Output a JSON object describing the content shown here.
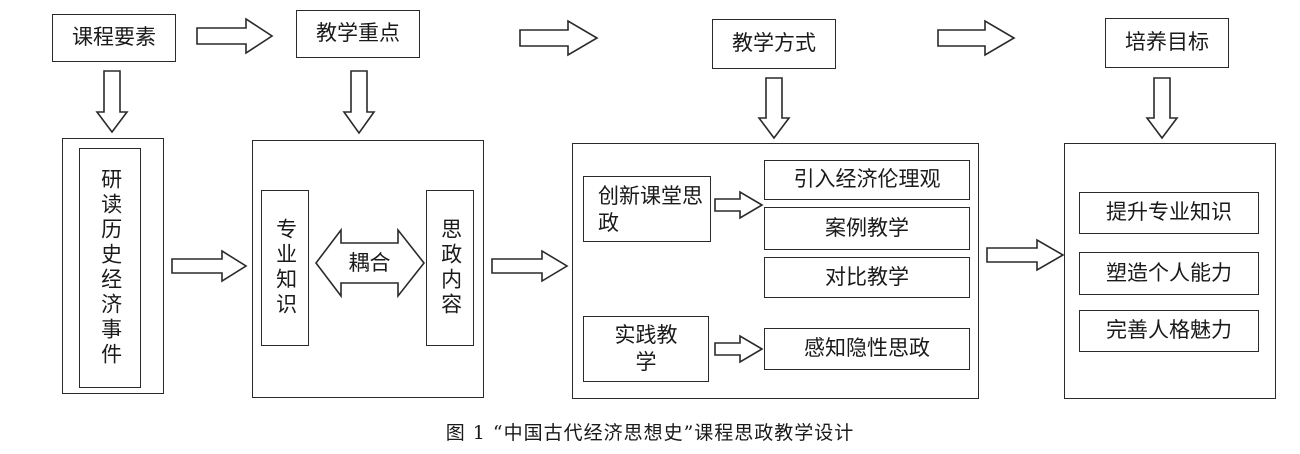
{
  "headers": {
    "course_elements": "课程要素",
    "teaching_focus": "教学重点",
    "teaching_method": "教学方式",
    "training_goal": "培养目标"
  },
  "column1": {
    "item": "研读历史经济事件"
  },
  "column2": {
    "left": "专业知识",
    "coupling": "耦合",
    "right": "思政内容"
  },
  "column3": {
    "innovative": "创新课堂思政",
    "practice": "实践教学",
    "results": [
      "引入经济伦理观",
      "案例教学",
      "对比教学",
      "感知隐性思政"
    ]
  },
  "column4": {
    "goals": [
      "提升专业知识",
      "塑造个人能力",
      "完善人格魅力"
    ]
  },
  "caption": "图 1 “中国古代经济思想史”课程思政教学设计",
  "colors": {
    "stroke": "#2a2a2a",
    "text": "#1a1a1a",
    "background": "#ffffff"
  }
}
